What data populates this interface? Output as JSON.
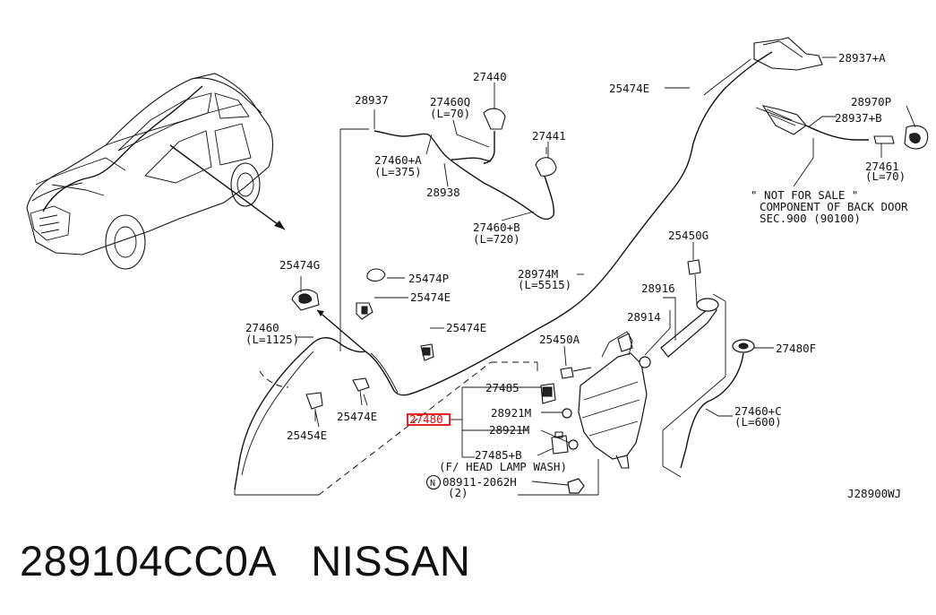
{
  "labels": {
    "p28937a": "28937+A",
    "p25474e_top": "25474E",
    "p28970p": "28970P",
    "p28937b": "28937+B",
    "p27461": "27461",
    "p27461_len": "(L=70)",
    "note1": "\" NOT FOR SALE \"",
    "note2": "COMPONENT OF BACK DOOR",
    "note3": "SEC.900  (90100)",
    "p27440": "27440",
    "p27460q": "27460Q",
    "p27460q_len": "(L=70)",
    "p28937": "28937",
    "p27441": "27441",
    "p27460a": "27460+A",
    "p27460a_len": "(L=375)",
    "p28938": "28938",
    "p27460b": "27460+B",
    "p27460b_len": "(L=720)",
    "p25474g": "25474G",
    "p25474p": "25474P",
    "p25474e_mid": "25474E",
    "p28974m": "28974M",
    "p28974m_len": "(L=5515)",
    "p25450g": "25450G",
    "p28916": "28916",
    "p28914": "28914",
    "p27460": "27460",
    "p27460_len": "(L=1125)",
    "p25474e_right": "25474E",
    "p25450a": "25450A",
    "p27480f": "27480F",
    "p27485": "27485",
    "p28921m_a": "28921M",
    "p27480": "27480",
    "p28921m_b": "28921M",
    "p27460c": "27460+C",
    "p27460c_len": "(L=600)",
    "p25474e_low": "25474E",
    "p25454e": "25454E",
    "p27485b": "27485+B",
    "headlamp": "(F/ HEAD LAMP WASH)",
    "nut_mark": "N",
    "p08911": "08911-2062H",
    "p08911_qty": "(2)",
    "diagram_code": "J28900WJ"
  },
  "highlight_color": "#e01010",
  "caption": "289104CC0A   NISSAN"
}
